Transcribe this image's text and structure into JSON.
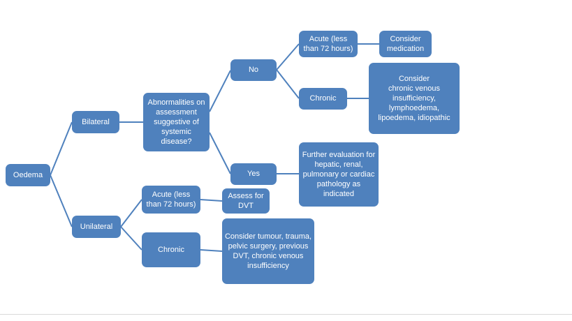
{
  "theme": {
    "node_color": "#4f81bd",
    "line_color": "#4f81bd",
    "text_color": "#ffffff"
  },
  "diagram": {
    "type": "decision-tree-flowchart",
    "topic": "Oedema assessment"
  },
  "nodes": {
    "oedema": {
      "label": "Oedema"
    },
    "bilateral": {
      "label": "Bilateral"
    },
    "unilateral": {
      "label": "Unilateral"
    },
    "systemic_question": {
      "label": "Abnormalities on assessment suggestive of systemic disease?"
    },
    "no": {
      "label": "No"
    },
    "yes": {
      "label": "Yes"
    },
    "acute_bilateral": {
      "label": "Acute (less than 72 hours)"
    },
    "consider_medication": {
      "label": "Consider medication"
    },
    "chronic_bilateral": {
      "label": "Chronic"
    },
    "consider_chronic_venous": {
      "label": "Consider\nchronic venous insufficiency, lymphoedema, lipoedema, idiopathic"
    },
    "further_evaluation": {
      "label": "Further evaluation for hepatic, renal, pulmonary or cardiac pathology as indicated"
    },
    "acute_unilateral": {
      "label": "Acute (less than 72 hours)"
    },
    "assess_dvt": {
      "label": "Assess for DVT"
    },
    "chronic_unilateral": {
      "label": "Chronic"
    },
    "consider_tumour": {
      "label": "Consider tumour, trauma, pelvic surgery, previous DVT, chronic venous insufficiency"
    }
  }
}
